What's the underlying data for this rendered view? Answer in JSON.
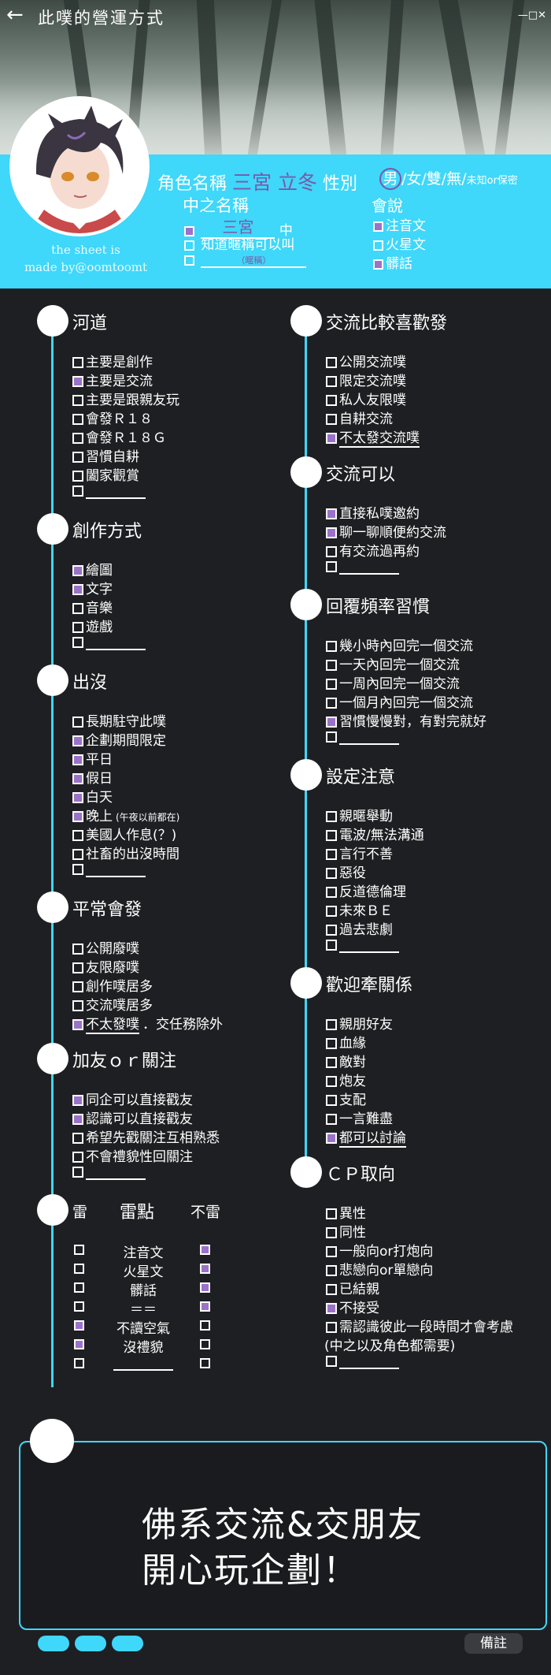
{
  "header": {
    "title": "此噗的營運方式",
    "back_icon": "←",
    "window_controls": "—□✕"
  },
  "profile": {
    "credit": [
      "the sheet is",
      "made by@oomtoomt"
    ],
    "char_label": "角色名稱",
    "char_name": "三宮 立冬",
    "gender_label": "性別",
    "gender_selected": "男",
    "gender_rest": "/女/雙/無/",
    "gender_small": "未知or保密",
    "nakanohito_label": "中之名稱",
    "nakanohito_name": "三宮",
    "nakanohito_suffix": "中",
    "nick_ok": "知道暱稱可以叫",
    "nick_hint": "（暱稱）",
    "speaks_label": "會說",
    "speaks": [
      {
        "label": "注音文",
        "checked": true
      },
      {
        "label": "火星文",
        "checked": false
      },
      {
        "label": "髒話",
        "checked": true
      }
    ]
  },
  "left": {
    "sections": [
      {
        "title": "河道",
        "items": [
          {
            "label": "主要是創作",
            "checked": false
          },
          {
            "label": "主要是交流",
            "checked": true
          },
          {
            "label": "主要是跟親友玩",
            "checked": false
          },
          {
            "label": "會發Ｒ１８",
            "checked": false
          },
          {
            "label": "會發Ｒ１８Ｇ",
            "checked": false
          },
          {
            "label": "習慣自耕",
            "checked": false
          },
          {
            "label": "闔家觀賞",
            "checked": false
          },
          {
            "label": "",
            "checked": false
          }
        ]
      },
      {
        "title": "創作方式",
        "items": [
          {
            "label": "繪圖",
            "checked": true
          },
          {
            "label": "文字",
            "checked": true
          },
          {
            "label": "音樂",
            "checked": false
          },
          {
            "label": "遊戲",
            "checked": false
          },
          {
            "label": "",
            "checked": false
          }
        ]
      },
      {
        "title": "出沒",
        "items": [
          {
            "label": "長期駐守此噗",
            "checked": false
          },
          {
            "label": "企劃期間限定",
            "checked": true
          },
          {
            "label": "平日",
            "checked": true
          },
          {
            "label": "假日",
            "checked": true
          },
          {
            "label": "白天",
            "checked": true
          },
          {
            "label": "晚上",
            "checked": true,
            "note": "(午夜以前都在)"
          },
          {
            "label": "美國人作息(？)",
            "checked": false
          },
          {
            "label": "社畜的出沒時間",
            "checked": false
          },
          {
            "label": "",
            "checked": false
          }
        ]
      },
      {
        "title": "平常會發",
        "items": [
          {
            "label": "公開廢噗",
            "checked": false
          },
          {
            "label": "友限廢噗",
            "checked": false
          },
          {
            "label": "創作噗居多",
            "checked": false
          },
          {
            "label": "交流噗居多",
            "checked": false
          },
          {
            "label": "不太發噗",
            "checked": true,
            "note": "．交任務除外",
            "underline": true
          }
        ]
      },
      {
        "title": "加友ｏｒ關注",
        "items": [
          {
            "label": "同企可以直接戳友",
            "checked": true
          },
          {
            "label": "認識可以直接戳友",
            "checked": true
          },
          {
            "label": "希望先戳關注互相熟悉",
            "checked": false
          },
          {
            "label": "不會禮貌性回關注",
            "checked": false
          },
          {
            "label": "",
            "checked": false
          }
        ]
      }
    ],
    "mines": {
      "title_mine": "雷",
      "title_points": "雷點",
      "title_notmine": "不雷",
      "rows": [
        {
          "label": "注音文",
          "mine": false,
          "not": true
        },
        {
          "label": "火星文",
          "mine": false,
          "not": true
        },
        {
          "label": "髒話",
          "mine": false,
          "not": true
        },
        {
          "label": "＝＝",
          "mine": false,
          "not": true
        },
        {
          "label": "不讀空氣",
          "mine": true,
          "not": false
        },
        {
          "label": "沒禮貌",
          "mine": true,
          "not": false
        },
        {
          "label": "",
          "mine": false,
          "not": false
        }
      ]
    }
  },
  "right": {
    "sections": [
      {
        "title": "交流比較喜歡發",
        "items": [
          {
            "label": "公開交流噗",
            "checked": false
          },
          {
            "label": "限定交流噗",
            "checked": false
          },
          {
            "label": "私人友限噗",
            "checked": false
          },
          {
            "label": "自耕交流",
            "checked": false
          },
          {
            "label": "不太發交流噗",
            "checked": true,
            "underline": true
          }
        ]
      },
      {
        "title": "交流可以",
        "items": [
          {
            "label": "直接私噗邀約",
            "checked": true
          },
          {
            "label": "聊一聊順便約交流",
            "checked": true
          },
          {
            "label": "有交流過再約",
            "checked": false
          },
          {
            "label": "",
            "checked": false
          }
        ]
      },
      {
        "title": "回覆頻率習慣",
        "items": [
          {
            "label": "幾小時內回完一個交流",
            "checked": false
          },
          {
            "label": "一天內回完一個交流",
            "checked": false
          },
          {
            "label": "一周內回完一個交流",
            "checked": false
          },
          {
            "label": "一個月內回完一個交流",
            "checked": false
          },
          {
            "label": "習慣慢慢對，有對完就好",
            "checked": true
          },
          {
            "label": "",
            "checked": false
          }
        ]
      },
      {
        "title": "設定注意",
        "items": [
          {
            "label": "親暱舉動",
            "checked": false
          },
          {
            "label": "電波/無法溝通",
            "checked": false
          },
          {
            "label": "言行不善",
            "checked": false
          },
          {
            "label": "惡役",
            "checked": false
          },
          {
            "label": "反道德倫理",
            "checked": false
          },
          {
            "label": "未來ＢＥ",
            "checked": false
          },
          {
            "label": "過去悲劇",
            "checked": false
          },
          {
            "label": "",
            "checked": false
          }
        ]
      },
      {
        "title": "歡迎牽關係",
        "items": [
          {
            "label": "親朋好友",
            "checked": false
          },
          {
            "label": "血緣",
            "checked": false
          },
          {
            "label": "敵對",
            "checked": false
          },
          {
            "label": "炮友",
            "checked": false
          },
          {
            "label": "支配",
            "checked": false
          },
          {
            "label": "一言難盡",
            "checked": false
          },
          {
            "label": "都可以討論",
            "checked": true,
            "underline": true
          }
        ]
      },
      {
        "title": "ＣＰ取向",
        "items": [
          {
            "label": "異性",
            "checked": false
          },
          {
            "label": "同性",
            "checked": false
          },
          {
            "label": "一般向or打炮向",
            "checked": false
          },
          {
            "label": "悲戀向or單戀向",
            "checked": false
          },
          {
            "label": "已結親",
            "checked": false
          },
          {
            "label": "不接受",
            "checked": true
          },
          {
            "label": "需認識彼此一段時間才會考慮",
            "checked": false
          },
          {
            "label": "(中之以及角色都需要)",
            "checked": null
          },
          {
            "label": "",
            "checked": false
          }
        ]
      }
    ]
  },
  "memo": {
    "lines": [
      "佛系交流&交朋友",
      "開心玩企劃！"
    ],
    "note_button": "備註"
  },
  "colors": {
    "accent": "#3fd7fa",
    "check": "#9b72c9",
    "name": "#7a5aa8",
    "bg": "#1e1f22"
  }
}
